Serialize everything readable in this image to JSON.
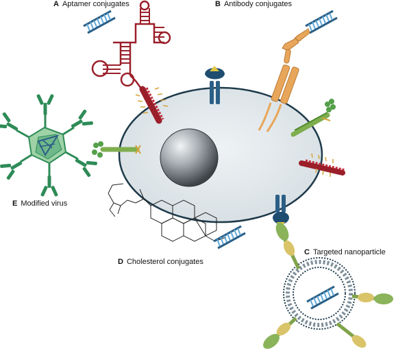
{
  "panels": [
    {
      "letter": "A",
      "title": "Aptamer conjugates"
    },
    {
      "letter": "B",
      "title": "Antibody conjugates"
    },
    {
      "letter": "C",
      "title": "Targeted nanoparticle"
    },
    {
      "letter": "D",
      "title": "Cholesterol conjugates"
    },
    {
      "letter": "E",
      "title": "Modified virus"
    }
  ],
  "colors": {
    "cell_fill": "#dfe6ea",
    "cell_stroke": "#1e3a4a",
    "nucleus": "#8a9197",
    "aptamer": "#9a1f2a",
    "sirna": "#3a7ea8",
    "antibody": "#e8a65a",
    "receptor": "#2b5f86",
    "cholesterol": "#222222",
    "virus": "#2e8b57",
    "nanoparticle_ligand_green": "#7fa34a",
    "nanoparticle_ligand_yellow": "#d9c46a"
  },
  "icons": [
    "sirna-duplex-icon",
    "aptamer-hairpin-icon",
    "antibody-icon",
    "receptor-icon",
    "cholesterol-structure-icon",
    "virus-capsid-icon",
    "liposome-icon"
  ]
}
